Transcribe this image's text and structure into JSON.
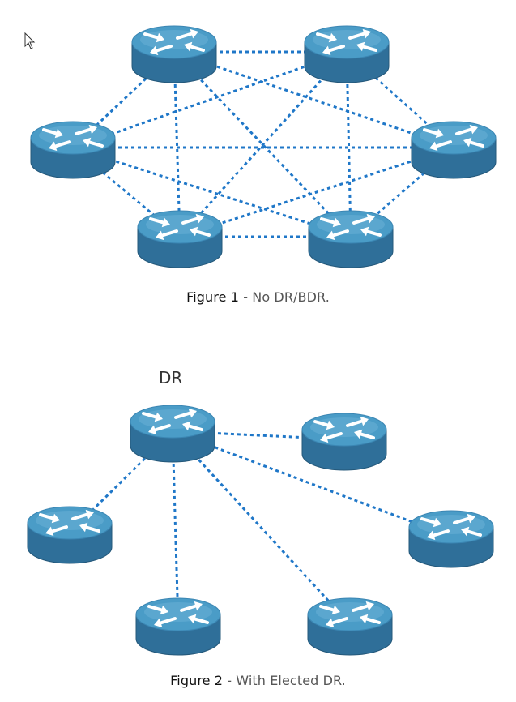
{
  "figure1": {
    "caption_label": "Figure 1",
    "caption_text": " - No DR/BDR."
  },
  "figure2": {
    "dr_label": "DR",
    "caption_label": "Figure 2",
    "caption_text": " - With Elected DR."
  },
  "colors": {
    "router_top": "#4a9cc7",
    "router_side": "#2f6f99",
    "link": "#1f77c8",
    "arrow": "#ffffff"
  },
  "icons": [
    "cursor-arrow-icon",
    "router-icon"
  ]
}
